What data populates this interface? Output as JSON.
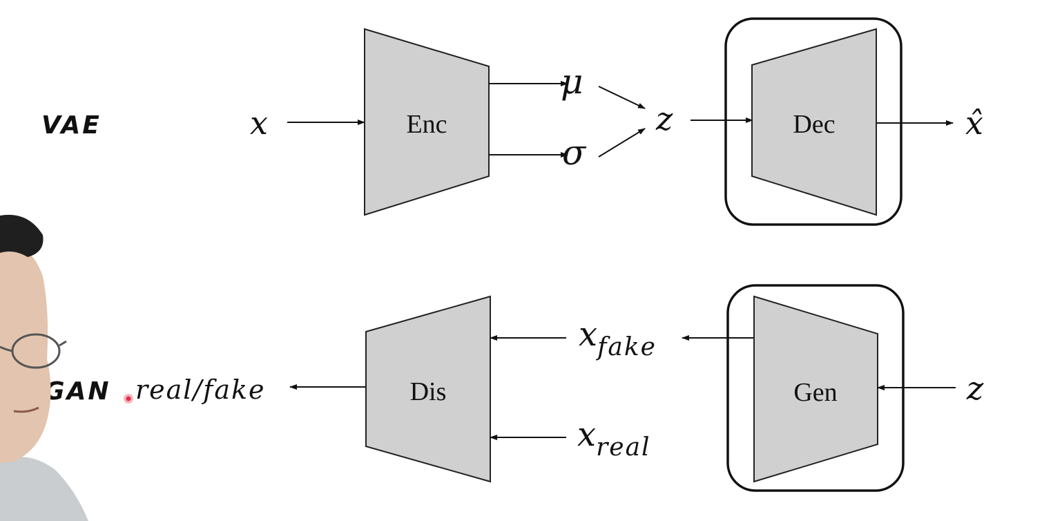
{
  "vae": {
    "row_label": "VAE",
    "input": "x",
    "encoder": "Enc",
    "mu": "μ",
    "sigma": "σ",
    "latent": "z",
    "decoder": "Dec",
    "output": "x̂"
  },
  "gan": {
    "row_label": "GAN",
    "output": "real/fake",
    "discriminator": "Dis",
    "x_fake_base": "x",
    "x_fake_sub": "fake",
    "x_real_base": "x",
    "x_real_sub": "real",
    "generator": "Gen",
    "latent": "z"
  },
  "colors": {
    "block_fill": "#d0d0d0",
    "stroke": "#111111",
    "pointer_dot": "#e0304a"
  }
}
